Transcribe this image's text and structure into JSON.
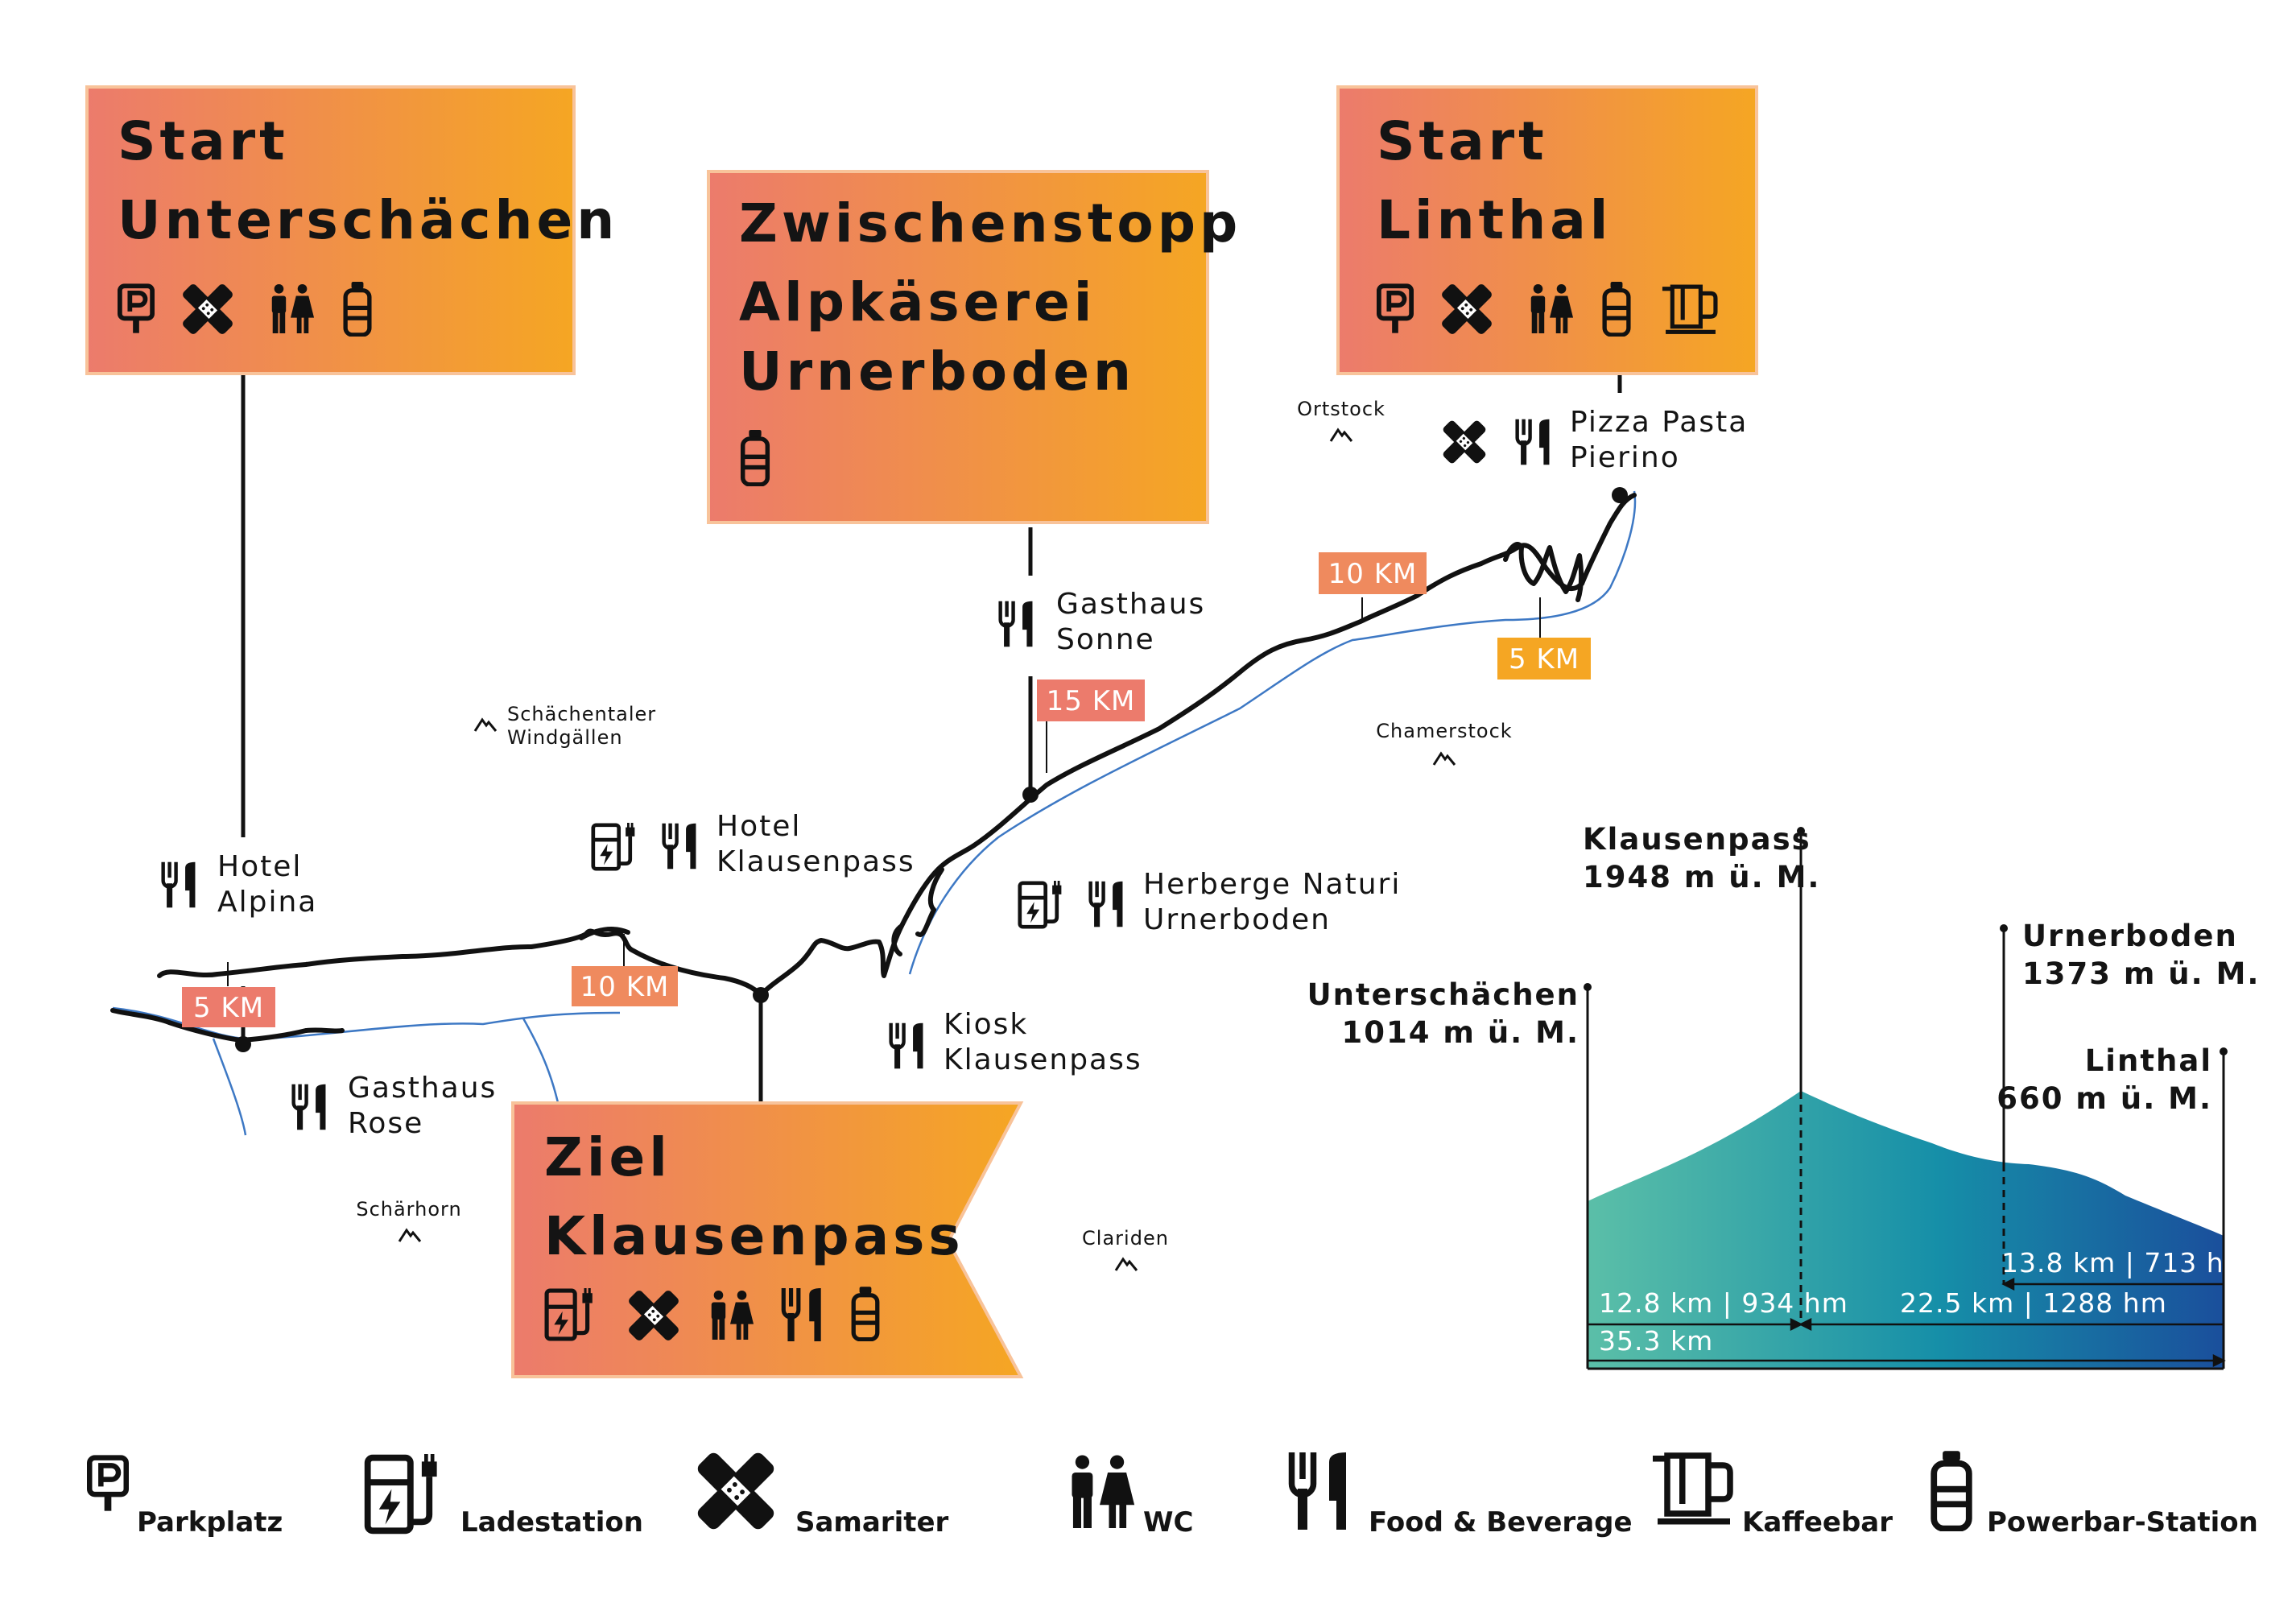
{
  "signs": {
    "start_unterschaechen": {
      "line1": "Start",
      "line2": "Unterschächen",
      "icons": [
        "parking-icon",
        "samaritan-icon",
        "wc-icon",
        "powerbar-icon"
      ]
    },
    "zwischenstopp": {
      "line1": "Zwischenstopp",
      "line2": "Alpkäserei",
      "line3": "Urnerboden",
      "icons": [
        "powerbar-icon"
      ]
    },
    "start_linthal": {
      "line1": "Start",
      "line2": "Linthal",
      "icons": [
        "parking-icon",
        "samaritan-icon",
        "wc-icon",
        "powerbar-icon",
        "coffee-icon"
      ]
    },
    "ziel": {
      "line1": "Ziel",
      "line2": "Klausenpass",
      "icons": [
        "charging-icon",
        "samaritan-icon",
        "wc-icon",
        "food-icon",
        "powerbar-icon"
      ]
    }
  },
  "pois": {
    "hotel_alpina": {
      "line1": "Hotel",
      "line2": "Alpina",
      "icons": [
        "food-icon"
      ]
    },
    "gasthaus_rose": {
      "line1": "Gasthaus",
      "line2": "Rose",
      "icons": [
        "food-icon"
      ]
    },
    "hotel_klausenpass": {
      "line1": "Hotel",
      "line2": "Klausenpass",
      "icons": [
        "charging-icon",
        "food-icon"
      ]
    },
    "gasthaus_sonne": {
      "line1": "Gasthaus",
      "line2": "Sonne",
      "icons": [
        "food-icon"
      ]
    },
    "herberge_naturi": {
      "line1": "Herberge Naturi",
      "line2": "Urnerboden",
      "icons": [
        "charging-icon",
        "food-icon"
      ]
    },
    "kiosk_klausenpass": {
      "line1": "Kiosk",
      "line2": "Klausenpass",
      "icons": [
        "food-icon"
      ]
    },
    "pizza_pasta": {
      "line1": "Pizza Pasta",
      "line2": "Pierino",
      "icons": [
        "samaritan-icon",
        "food-icon"
      ]
    }
  },
  "peaks": {
    "schaechentaler": {
      "line1": "Schächentaler",
      "line2": "Windgällen"
    },
    "schaerhorn": {
      "line1": "Schärhorn"
    },
    "clariden": {
      "line1": "Clariden"
    },
    "ortstock": {
      "line1": "Ortstock"
    },
    "chamerstock": {
      "line1": "Chamerstock"
    }
  },
  "km_markers": {
    "west_5": "5 KM",
    "west_10": "10 KM",
    "east_15": "15 KM",
    "east_10": "10 KM",
    "east_5": "5 KM"
  },
  "profile": {
    "unterschaechen": {
      "name": "Unterschächen",
      "elevation": "1014 m ü. M."
    },
    "klausenpass": {
      "name": "Klausenpass",
      "elevation": "1948 m ü. M."
    },
    "urnerboden": {
      "name": "Urnerboden",
      "elevation": "1373 m ü. M."
    },
    "linthal": {
      "name": "Linthal",
      "elevation": "660 m ü. M."
    },
    "segment_west": "12.8 km | 934 hm",
    "segment_east": "22.5 km | 1288 hm",
    "segment_urnerboden": "13.8 km | 713 hm",
    "total": "35.3 km",
    "colors": {
      "start": "#5bbfa8",
      "mid": "#168fa8",
      "end": "#1a4f9c"
    }
  },
  "legend": [
    {
      "icon": "parking-icon",
      "label": "Parkplatz"
    },
    {
      "icon": "charging-icon",
      "label": "Ladestation"
    },
    {
      "icon": "samaritan-icon",
      "label": "Samariter"
    },
    {
      "icon": "wc-icon",
      "label": "WC"
    },
    {
      "icon": "food-icon",
      "label": "Food & Beverage"
    },
    {
      "icon": "coffee-icon",
      "label": "Kaffeebar"
    },
    {
      "icon": "powerbar-icon",
      "label": "Powerbar-Station"
    }
  ],
  "colors": {
    "sign_gradient_start": "#ec7b6c",
    "sign_gradient_end": "#f5a623",
    "route": "#111111",
    "river": "#3d78c4"
  }
}
